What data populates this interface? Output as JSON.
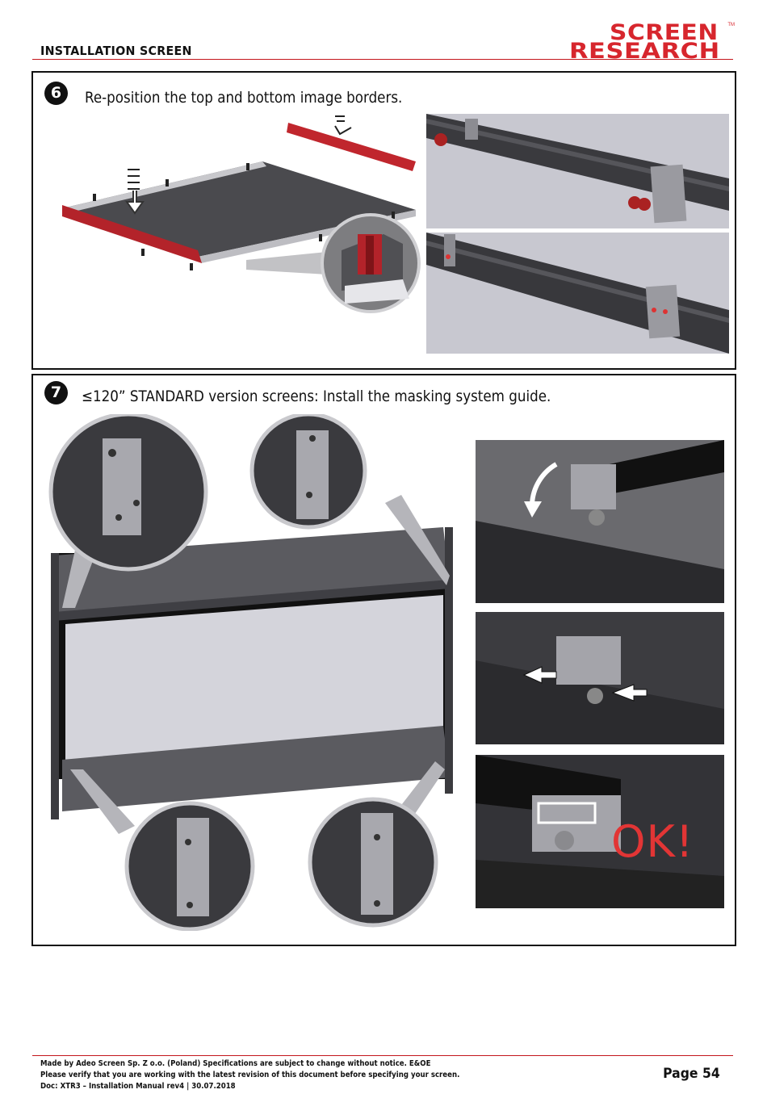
{
  "header": {
    "title": "INSTALLATION SCREEN"
  },
  "logo": {
    "line1": "SCREEN",
    "line2": "RESEARCH",
    "tm": "TM"
  },
  "step6": {
    "number": "6",
    "text": "Re-position the top and bottom image borders."
  },
  "step7": {
    "number": "7",
    "text": "≤120” STANDARD version screens: Install the masking system guide.",
    "ok_label": "OK!"
  },
  "footer": {
    "line1": "Made by Adeo Screen Sp. Z o.o. (Poland) Specifications are subject to change without notice. E&OE",
    "line2": "Please verify that you are working with the latest revision of this document before specifying your screen.",
    "line3": "Doc: XTR3 – Installation Manual rev4 | 30.07.2018",
    "page": "Page 54"
  },
  "colors": {
    "brand_red": "#d7262d",
    "rule_red": "#c4161c",
    "frame_dark": "#2b2b2e",
    "screen_gray": "#d2d2d9"
  }
}
